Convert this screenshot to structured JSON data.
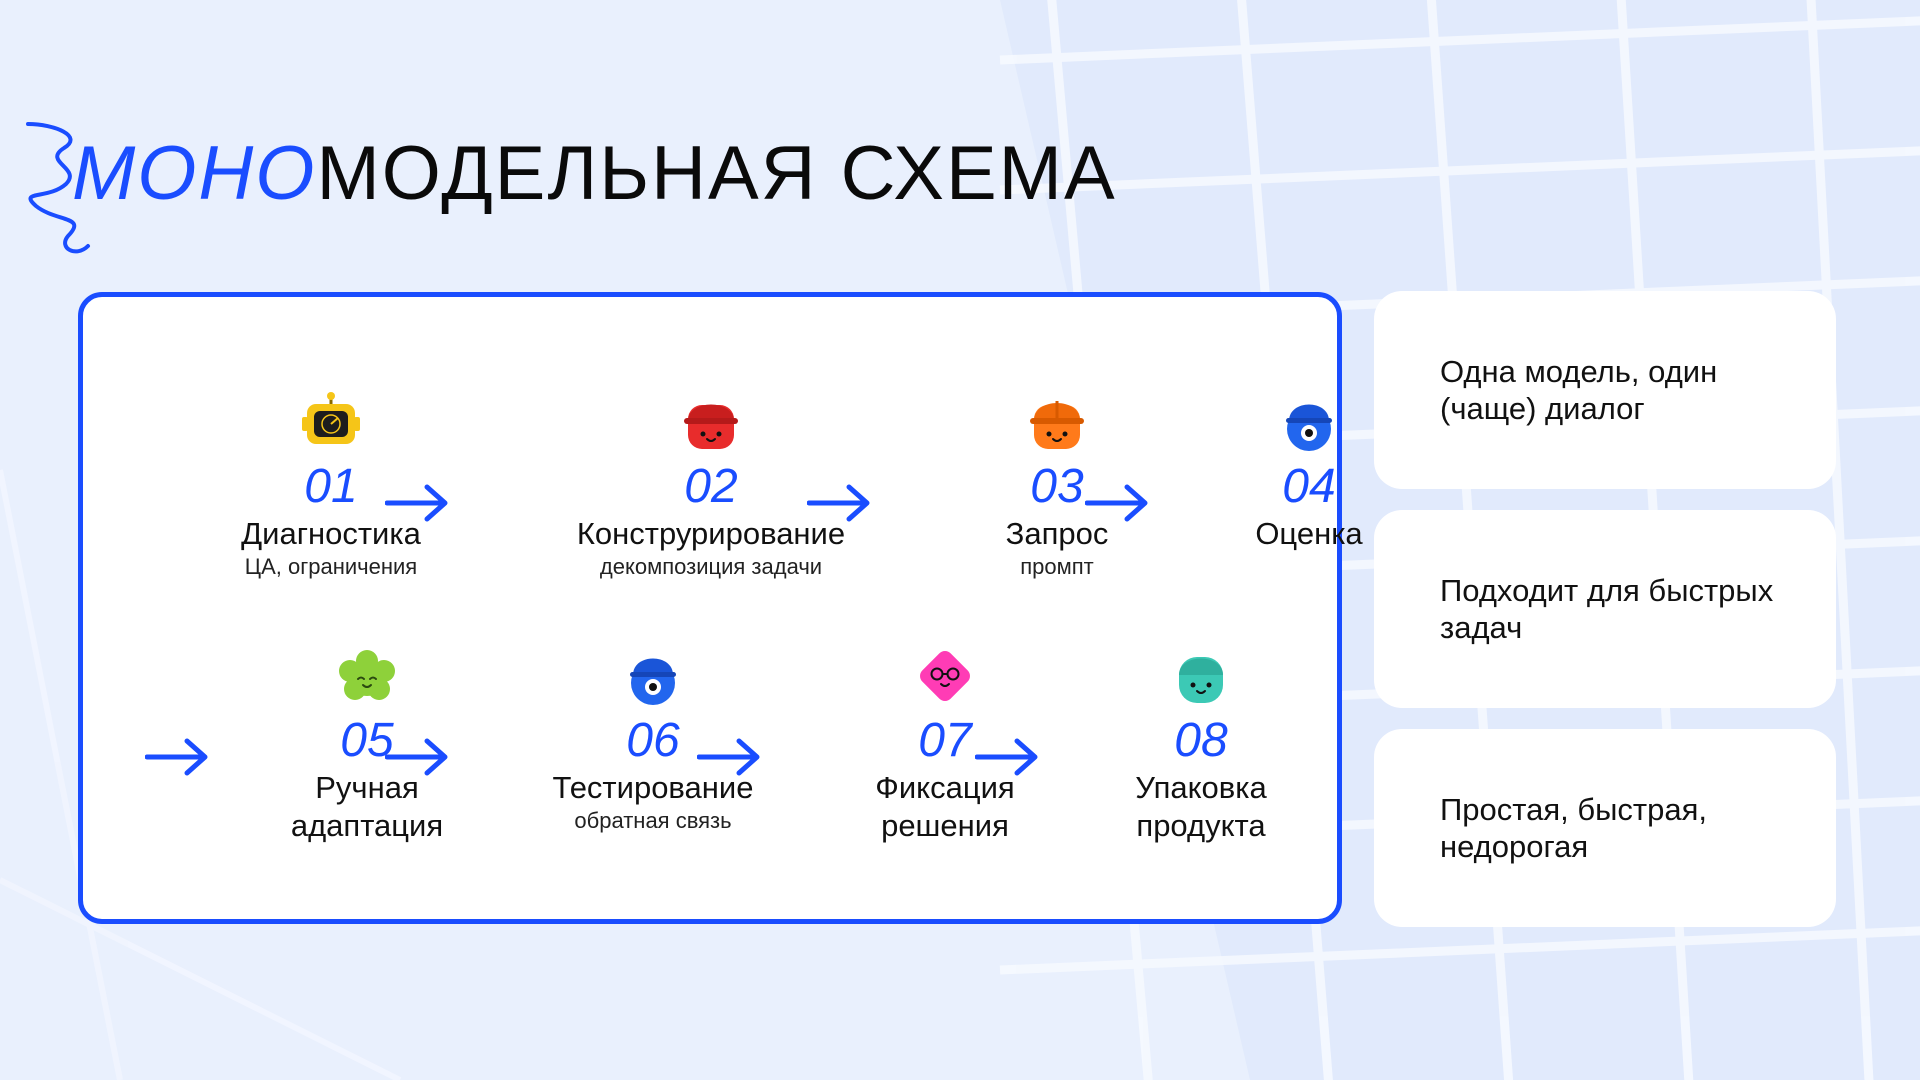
{
  "title": {
    "accent": "МОНО",
    "rest": "МОДЕЛЬНАЯ СХЕМА"
  },
  "steps": [
    {
      "num": "01",
      "label": "Диагностика",
      "sub": "ЦА, ограничения",
      "icon": "robot-icon",
      "color": "#f5c518"
    },
    {
      "num": "02",
      "label": "Конструрирование",
      "sub": "декомпозиция задачи",
      "icon": "red-helmet-character-icon",
      "color": "#e82c2c"
    },
    {
      "num": "03",
      "label": "Запрос",
      "sub": "промпт",
      "icon": "orange-helmet-character-icon",
      "color": "#ff7a1a"
    },
    {
      "num": "04",
      "label": "Оценка",
      "sub": "",
      "icon": "blue-one-eyed-character-icon",
      "color": "#2266ee"
    },
    {
      "num": "05",
      "label": "Ручная адаптация",
      "sub": "",
      "icon": "green-flower-character-icon",
      "color": "#8ed13a"
    },
    {
      "num": "06",
      "label": "Тестирование",
      "sub": "обратная связь",
      "icon": "blue-one-eyed-character-icon",
      "color": "#2266ee"
    },
    {
      "num": "07",
      "label": "Фиксация решения",
      "sub": "",
      "icon": "pink-glasses-character-icon",
      "color": "#ff3cb5"
    },
    {
      "num": "08",
      "label": "Упаковка продукта",
      "sub": "",
      "icon": "teal-character-icon",
      "color": "#3cc9b5"
    }
  ],
  "info": [
    "Одна модель, один (чаще) диалог",
    "Подходит для быстрых задач",
    "Простая, быстрая, недорогая"
  ],
  "colors": {
    "accent": "#1a4dff",
    "background": "#e8f0fd"
  }
}
